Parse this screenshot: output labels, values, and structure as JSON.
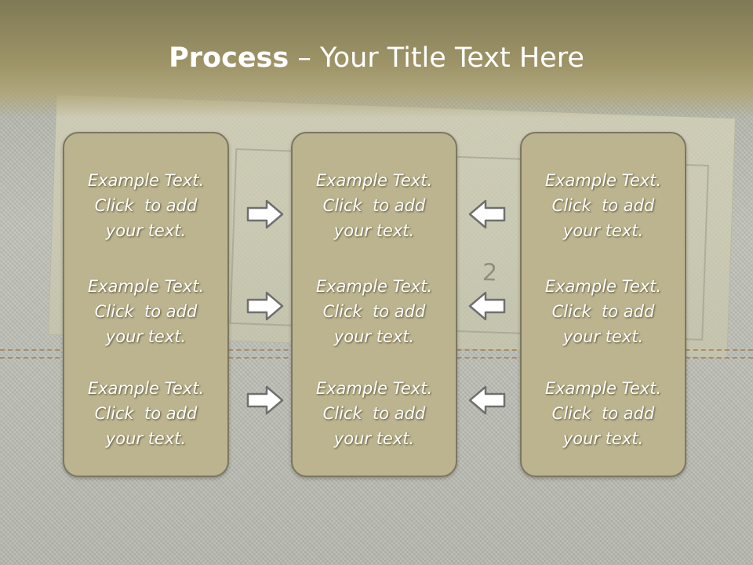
{
  "title": {
    "bold": "Process",
    "rest": " – Your Title Text Here"
  },
  "background": {
    "bill_digit": "2"
  },
  "columns": [
    {
      "items": [
        {
          "l1": "Example Text.",
          "l2": "Click  to add",
          "l3": "your text."
        },
        {
          "l1": "Example Text.",
          "l2": "Click  to add",
          "l3": "your text."
        },
        {
          "l1": "Example Text.",
          "l2": "Click  to add",
          "l3": "your text."
        }
      ]
    },
    {
      "items": [
        {
          "l1": "Example Text.",
          "l2": "Click  to add",
          "l3": "your text."
        },
        {
          "l1": "Example Text.",
          "l2": "Click  to add",
          "l3": "your text."
        },
        {
          "l1": "Example Text.",
          "l2": "Click  to add",
          "l3": "your text."
        }
      ]
    },
    {
      "items": [
        {
          "l1": "Example Text.",
          "l2": "Click  to add",
          "l3": "your text."
        },
        {
          "l1": "Example Text.",
          "l2": "Click  to add",
          "l3": "your text."
        },
        {
          "l1": "Example Text.",
          "l2": "Click  to add",
          "l3": "your text."
        }
      ]
    }
  ],
  "arrows": {
    "left_group": "arrow-right-icon",
    "right_group": "arrow-left-icon"
  },
  "colors": {
    "box_fill": "#bcb48e",
    "box_border": "#7c7761",
    "header": "#8a8460",
    "arrow_fill": "#ffffff",
    "arrow_stroke": "#6f6f6f"
  }
}
